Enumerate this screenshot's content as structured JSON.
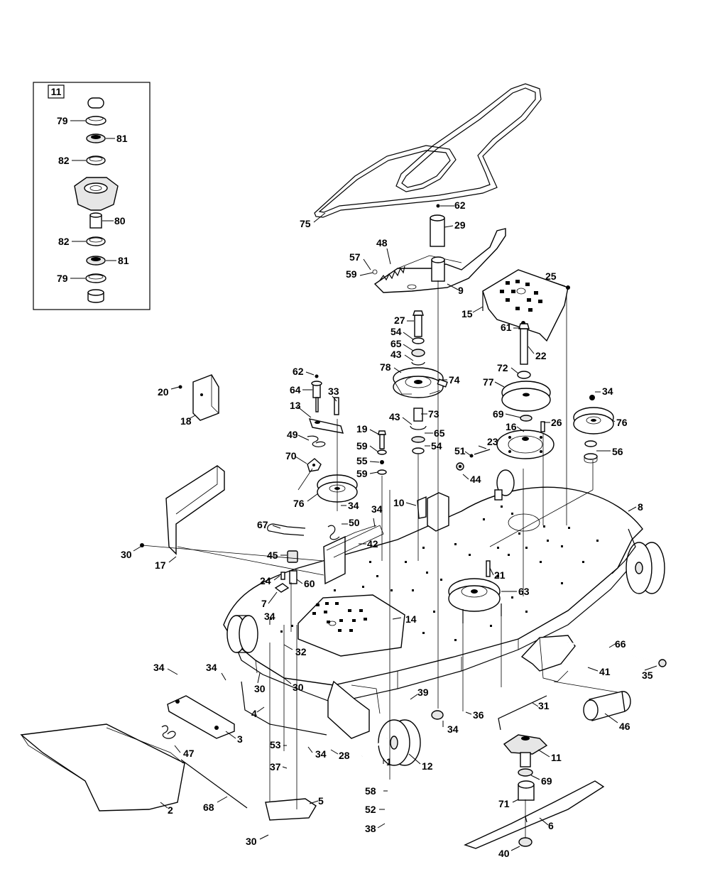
{
  "inset": {
    "box_label": "11",
    "callouts": [
      "79",
      "81",
      "82",
      "80",
      "82",
      "81",
      "79"
    ]
  },
  "callouts": [
    "75",
    "62",
    "29",
    "48",
    "57",
    "59",
    "9",
    "25",
    "15",
    "27",
    "54",
    "65",
    "43",
    "78",
    "74",
    "61",
    "22",
    "72",
    "77",
    "69",
    "20",
    "18",
    "62",
    "64",
    "33",
    "13",
    "49",
    "70",
    "76",
    "34",
    "43",
    "73",
    "65",
    "54",
    "19",
    "59",
    "55",
    "59",
    "34",
    "76",
    "16",
    "26",
    "23",
    "51",
    "44",
    "56",
    "10",
    "34",
    "67",
    "50",
    "42",
    "45",
    "30",
    "17",
    "24",
    "60",
    "7",
    "8",
    "21",
    "63",
    "34",
    "32",
    "14",
    "34",
    "34",
    "30",
    "30",
    "66",
    "41",
    "35",
    "4",
    "36",
    "39",
    "34",
    "31",
    "46",
    "3",
    "47",
    "53",
    "37",
    "34",
    "28",
    "1",
    "12",
    "11",
    "69",
    "58",
    "52",
    "38",
    "71",
    "6",
    "2",
    "68",
    "5",
    "30",
    "40"
  ]
}
